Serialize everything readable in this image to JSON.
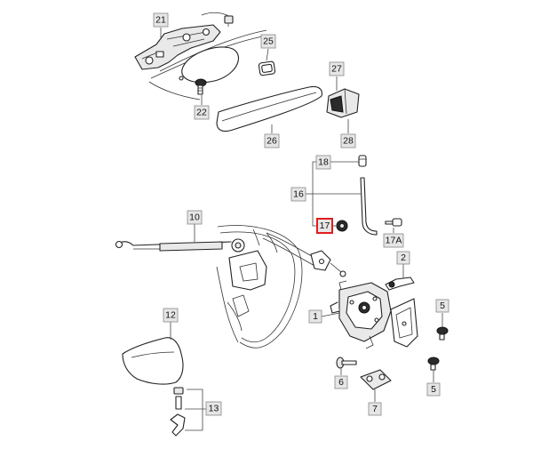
{
  "diagram": {
    "callouts": {
      "c21": "21",
      "c25": "25",
      "c22": "22",
      "c26": "26",
      "c27": "27",
      "c28": "28",
      "c18": "18",
      "c16": "16",
      "c17": "17",
      "c17a": "17A",
      "c10": "10",
      "c2": "2",
      "c1": "1",
      "c5a": "5",
      "c5b": "5",
      "c6": "6",
      "c7": "7",
      "c12": "12",
      "c13": "13"
    },
    "highlight_color": "#e21d1d"
  }
}
